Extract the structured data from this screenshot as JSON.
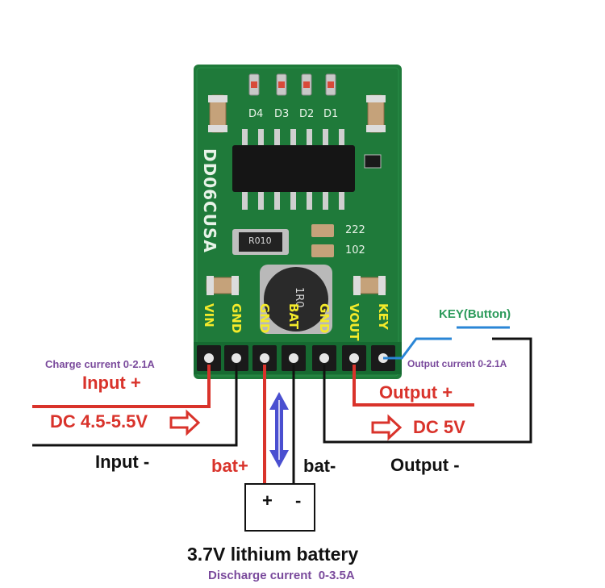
{
  "board": {
    "model": "DD06CUSA",
    "leds": [
      "D4",
      "D3",
      "D2",
      "D1"
    ],
    "capacitor_codes": [
      "222",
      "102"
    ],
    "resistor_code": "R010",
    "inductor_code": "1R0",
    "pins": [
      "VIN",
      "GND",
      "GND",
      "BAT",
      "GND",
      "VOUT",
      "KEY"
    ]
  },
  "labels": {
    "charge_current": "Charge current 0-2.1A",
    "input_plus": "Input +",
    "dc_in": "DC 4.5-5.5V",
    "input_minus": "Input -",
    "bat_plus": "bat+",
    "bat_minus": "bat-",
    "output_plus": "Output +",
    "dc_out": "DC 5V",
    "output_minus": "Output -",
    "output_current": "Output current 0-2.1A",
    "key_button": "KEY(Button)",
    "battery_plus": "+",
    "battery_minus": "-",
    "battery_name": "3.7V lithium battery",
    "discharge_current": "Discharge current  0-3.5A"
  },
  "colors": {
    "pcb": "#1f7a3a",
    "red_label": "#d9332b",
    "purple_label": "#7a4a9c",
    "blue_wire": "#2a86d6",
    "green_label": "#2b9a5a",
    "arrow_blue": "#4a4fd0",
    "pin_label_yellow": "#f4ea2a"
  }
}
